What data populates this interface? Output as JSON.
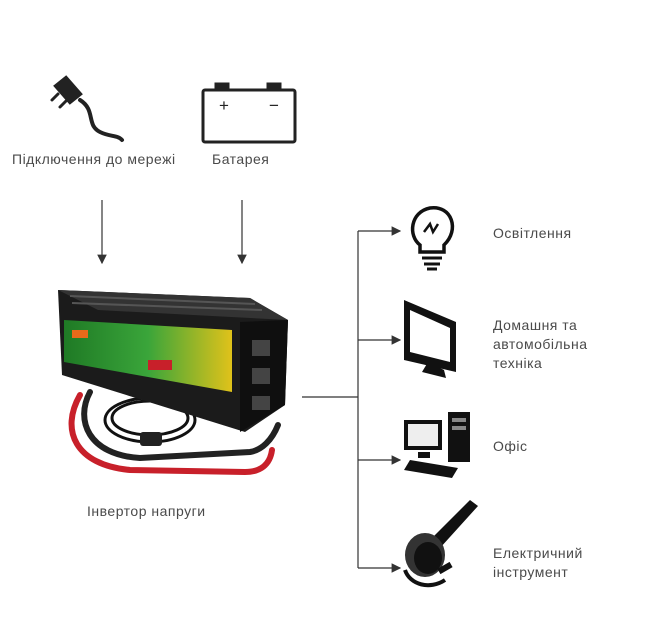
{
  "labels": {
    "grid": "Підключення до мережі",
    "battery": "Батарея",
    "inverter": "Інвертор напруги",
    "lighting": "Освітлення",
    "home_appliances": "Домашня та\nавтомобільна\nтехніка",
    "office": "Офіс",
    "power_tool": "Електричний\nінструмент"
  },
  "battery_terminals": {
    "plus": "+",
    "minus": "−"
  },
  "icons": [
    "plug-icon",
    "battery-icon",
    "lightbulb-icon",
    "monitor-icon",
    "computer-icon",
    "angle-grinder-icon"
  ],
  "colors": {
    "stroke": "#222222",
    "inverter_green": "#2e8b2e",
    "cable_red": "#c8202a"
  }
}
